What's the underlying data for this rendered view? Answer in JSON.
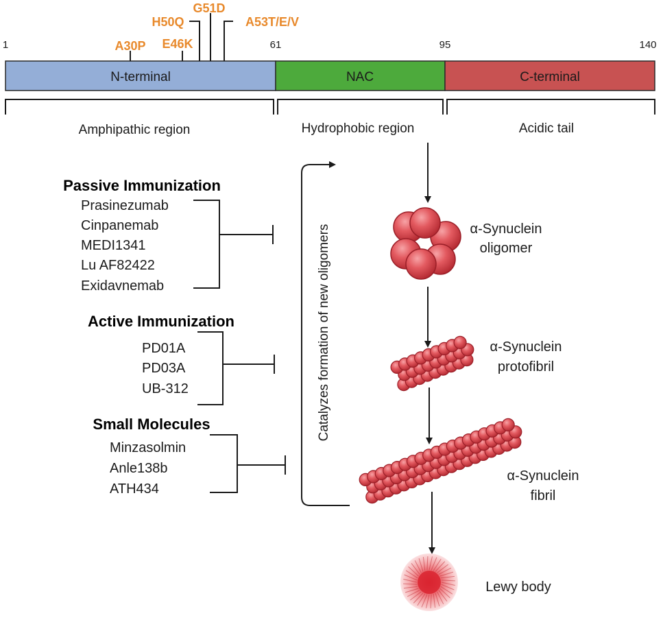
{
  "protein": {
    "positions": {
      "start": "1",
      "nac_start": "61",
      "nac_end": "95",
      "end": "140"
    },
    "domains": [
      {
        "label": "N-terminal",
        "color": "#94aed7"
      },
      {
        "label": "NAC",
        "color": "#4daa3c"
      },
      {
        "label": "C-terminal",
        "color": "#c85252"
      }
    ],
    "regions": [
      "Amphipathic region",
      "Hydrophobic region",
      "Acidic tail"
    ],
    "mutations": [
      "A30P",
      "E46K",
      "H50Q",
      "G51D",
      "A53T/E/V"
    ],
    "mutation_color": "#e8892b"
  },
  "therapies": {
    "passive": {
      "title": "Passive Immunization",
      "items": [
        "Prasinezumab",
        "Cinpanemab",
        "MEDI1341",
        "Lu AF82422",
        "Exidavnemab"
      ]
    },
    "active": {
      "title": "Active Immunization",
      "items": [
        "PD01A",
        "PD03A",
        "UB-312"
      ]
    },
    "small": {
      "title": "Small Molecules",
      "items": [
        "Minzasolmin",
        "Anle138b",
        "ATH434"
      ]
    }
  },
  "pathway": {
    "feedback_label": "Catalyzes formation of new oligomers",
    "stages": [
      {
        "line1": "α-Synuclein",
        "line2": "oligomer"
      },
      {
        "line1": "α-Synuclein",
        "line2": "protofibril"
      },
      {
        "line1": "α-Synuclein",
        "line2": "fibril"
      },
      {
        "line1": "Lewy body",
        "line2": ""
      }
    ],
    "sphere_color": "#e0565c"
  }
}
